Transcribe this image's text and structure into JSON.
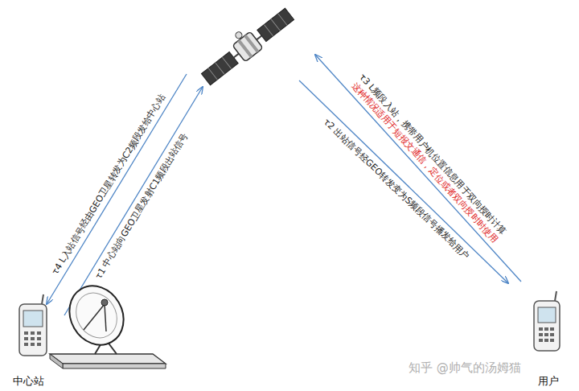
{
  "diagram": {
    "nodes": [
      {
        "text": [
          "中心站"
        ]
      },
      {
        "text": [
          "用户"
        ]
      }
    ],
    "labels": [
      "τ4 L入站信号经由GEO卫星转发为C2频段发给中心站",
      "τ1 中心站向GEO卫星发射C1频段出站信号",
      "τ3 L频段入站，携带用户机位置信息用于双向授时计算",
      "这种情况适用于短报文通信，定位或者双向授时时使用",
      "τ2 出站信号经GEO转发变为S频段信号播发给用户",
      "知乎 @帅气的汤姆猫"
    ]
  }
}
